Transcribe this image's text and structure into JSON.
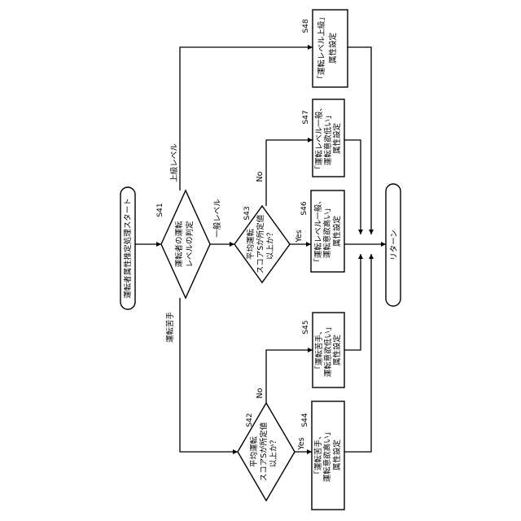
{
  "flowchart": {
    "start": "運転者属性推定処理スタート",
    "end": "リターン",
    "s41": {
      "step": "S41",
      "lines": [
        "運転者の運転",
        "レベルの判定"
      ]
    },
    "branch_upper": "上級レベル",
    "branch_general": "一般レベル",
    "branch_beginner": "運転苦手",
    "s43": {
      "step": "S43",
      "lines": [
        "平均運転",
        "スコアSが所定値",
        "以上か？"
      ]
    },
    "s42": {
      "step": "S42",
      "lines": [
        "平均運転",
        "スコアSが所定値",
        "以上か？"
      ]
    },
    "yes": "Yes",
    "no": "No",
    "s48": {
      "step": "S48",
      "lines": [
        "「運転レベル上級」",
        "属性設定"
      ]
    },
    "s47": {
      "step": "S47",
      "lines": [
        "「運転レベル一般、",
        "運転意欲低い」",
        "属性設定"
      ]
    },
    "s46": {
      "step": "S46",
      "lines": [
        "「運転レベル一般、",
        "運転意欲高い」",
        "属性設定"
      ]
    },
    "s45": {
      "step": "S45",
      "lines": [
        "「運転苦手、",
        "運転意欲低い」",
        "属性設定"
      ]
    },
    "s44": {
      "step": "S44",
      "lines": [
        "「運転苦手、",
        "運転意欲高い」",
        "属性設定"
      ]
    }
  }
}
